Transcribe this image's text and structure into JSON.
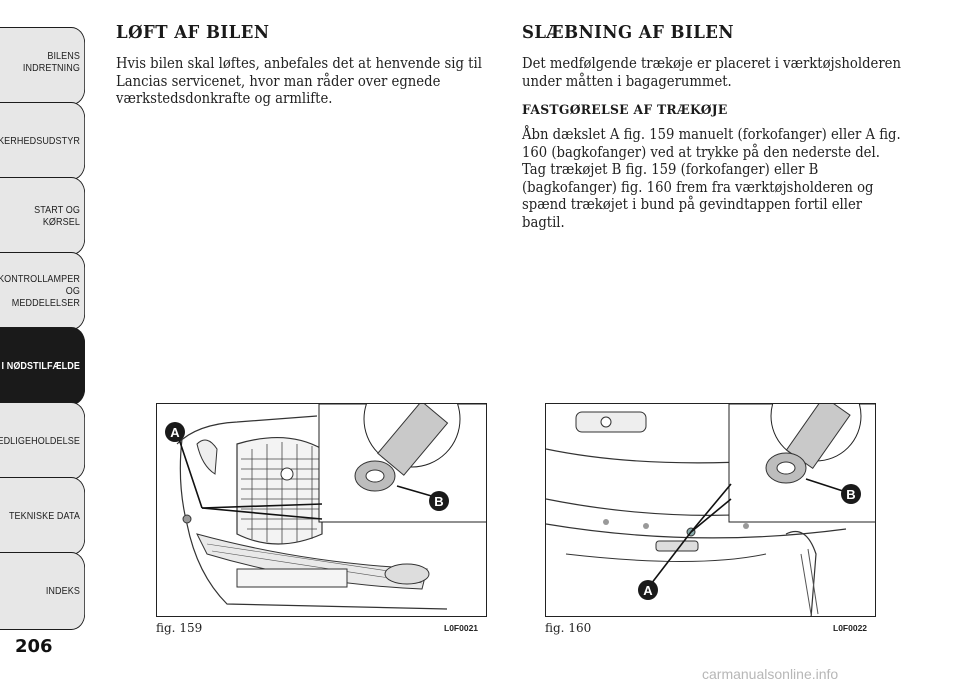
{
  "tabs": [
    {
      "label": "BILENS\nINDRETNING",
      "active": false
    },
    {
      "label": "SIKKERHEDSUDSTYR",
      "active": false
    },
    {
      "label": "START OG KØRSEL",
      "active": false
    },
    {
      "label": "KONTROLLAMPER\nOG MEDDELELSER",
      "active": false
    },
    {
      "label": "I NØDSTILFÆLDE",
      "active": true
    },
    {
      "label": "VEDLIGEHOLDELSE",
      "active": false
    },
    {
      "label": "TEKNISKE DATA",
      "active": false
    },
    {
      "label": "INDEKS",
      "active": false
    }
  ],
  "page_number": "206",
  "left": {
    "heading": "LØFT AF BILEN",
    "body": "Hvis bilen skal løftes, anbefales det at henvende sig til Lancias servicenet, hvor man råder over egnede værkstedsdonkrafte og armlifte."
  },
  "right": {
    "heading": "SLÆBNING AF BILEN",
    "intro": "Det medfølgende trækøje er placeret i værktøjsholderen under måtten i bagagerummet.",
    "subheading": "FASTGØRELSE AF TRÆKØJE",
    "body": "Åbn dækslet A fig. 159 manuelt (forkofanger) eller A fig. 160 (bagkofanger) ved at trykke på den nederste del. Tag trækøjet B fig. 159 (forkofanger) eller B (bagkofanger) fig. 160 frem fra værktøjsholderen og spænd trækøjet i bund på gevindtappen fortil eller bagtil."
  },
  "figures": [
    {
      "caption": "fig. 159",
      "code": "L0F0021",
      "label_a": "A",
      "label_b": "B"
    },
    {
      "caption": "fig. 160",
      "code": "L0F0022",
      "label_a": "A",
      "label_b": "B"
    }
  ],
  "watermark": "carmanualsonline.info",
  "colors": {
    "tab_bg": "#e7e7e7",
    "tab_active_bg": "#1a1a1a",
    "label_circle": "#1a1a1a"
  }
}
